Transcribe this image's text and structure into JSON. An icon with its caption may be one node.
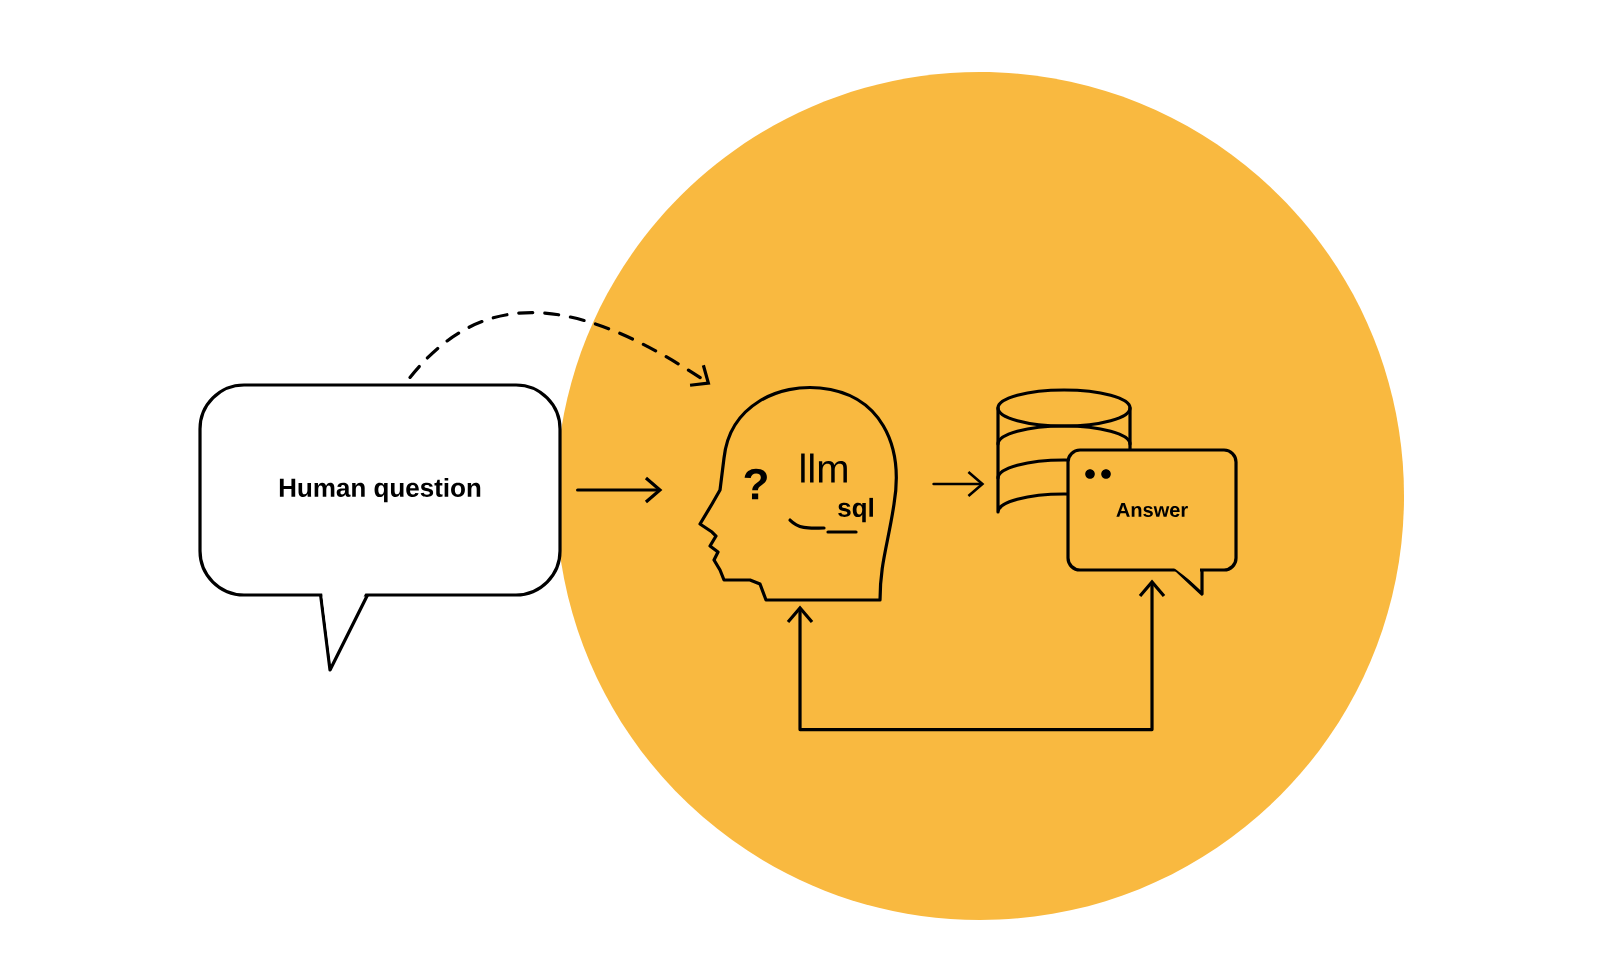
{
  "diagram": {
    "nodes": [
      {
        "text": [],
        "shape": "circle"
      },
      {
        "text": [
          "Human question"
        ]
      },
      {
        "text": [
          "?",
          "llm",
          "sql"
        ],
        "in": 0
      },
      {
        "text": [],
        "shape": "cylinder",
        "in": 0
      },
      {
        "text": [
          "Answer"
        ],
        "in": 0
      }
    ],
    "edges": [
      {
        "from": 1,
        "to": 2,
        "arrow": "to"
      },
      {
        "from": 1,
        "to": 2,
        "arrow": "to",
        "style": "dashed"
      },
      {
        "from": 2,
        "to": 3,
        "arrow": "to"
      },
      {
        "from": 2,
        "to": 4,
        "arrow": "both"
      }
    ]
  }
}
